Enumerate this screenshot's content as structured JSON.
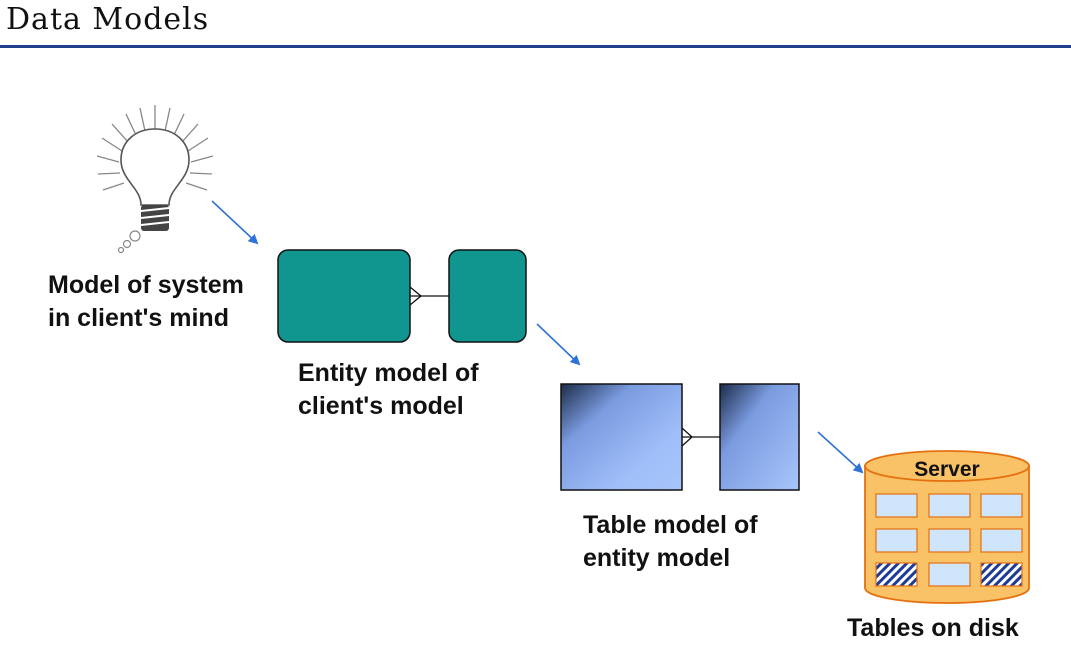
{
  "title": "Data Models",
  "colors": {
    "title_rule": "#1f3f8c",
    "arrow": "#2f73d8",
    "entity_fill": "#10958f",
    "table_fill": "#8db1f2",
    "server_fill": "#f9c266",
    "server_cell": "#cfe5fb",
    "server_hatch": "#1c3c94"
  },
  "stages": {
    "idea": {
      "line1": "Model of system",
      "line2": "in client's mind",
      "icon": "lightbulb-icon"
    },
    "entity": {
      "line1": "Entity model of",
      "line2": "client's model"
    },
    "table": {
      "line1": "Table model of",
      "line2": "entity model"
    },
    "server": {
      "caption": "Server",
      "label": "Tables on disk",
      "icon": "database-server-icon"
    }
  }
}
